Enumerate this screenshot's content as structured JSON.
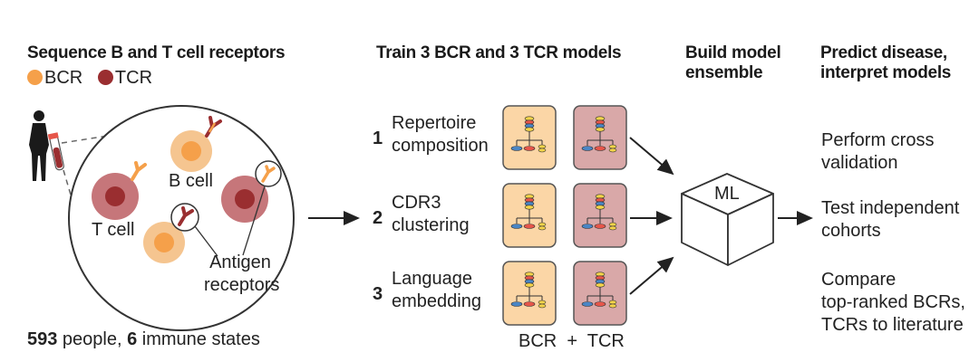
{
  "col1": {
    "title": "Sequence B and T cell receptors",
    "legend": [
      {
        "label": "BCR",
        "color": "#f5a04a"
      },
      {
        "label": "TCR",
        "color": "#9a2e30"
      }
    ],
    "cell_labels": {
      "b_cell": "B cell",
      "t_cell": "T cell",
      "antigen": "Antigen",
      "receptors": "receptors"
    },
    "footer": {
      "people_count": "593",
      "people_text": " people, ",
      "states_count": "6",
      "states_text": " immune states"
    }
  },
  "col2": {
    "title": "Train 3 BCR and 3 TCR models",
    "models": [
      {
        "num": "1",
        "line1": "Repertoire",
        "line2": "composition"
      },
      {
        "num": "2",
        "line1": "CDR3",
        "line2": "clustering"
      },
      {
        "num": "3",
        "line1": "Language",
        "line2": "embedding"
      }
    ],
    "footer": "BCR  +  TCR",
    "colors": {
      "bcr_box": "#fbd6a6",
      "tcr_box": "#d9a8a8"
    }
  },
  "col3": {
    "title_line1": "Build model",
    "title_line2": "ensemble",
    "cube_label": "ML"
  },
  "col4": {
    "title_line1": "Predict disease,",
    "title_line2": "interpret models",
    "items": [
      {
        "line1": "Perform cross",
        "line2": "validation",
        "line3": ""
      },
      {
        "line1": "Test independent",
        "line2": "cohorts",
        "line3": ""
      },
      {
        "line1": "Compare",
        "line2": "top-ranked BCRs,",
        "line3": "TCRs to literature"
      }
    ]
  }
}
